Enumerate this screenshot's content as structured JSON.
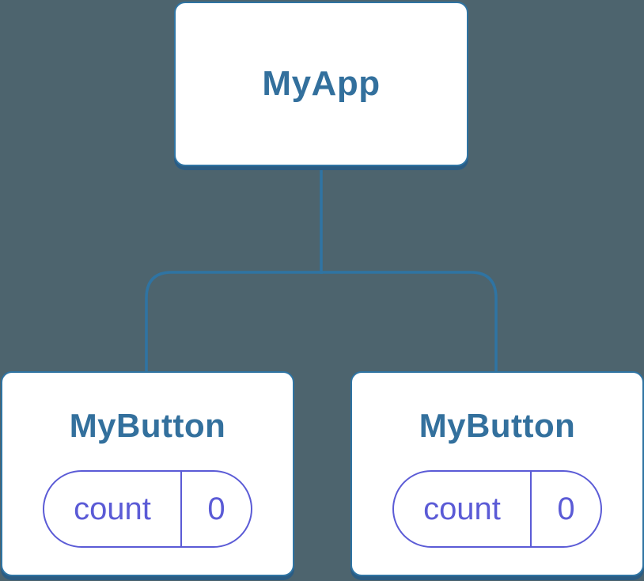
{
  "diagram": {
    "root": {
      "label": "MyApp"
    },
    "children": [
      {
        "label": "MyButton",
        "state": {
          "key": "count",
          "value": "0"
        }
      },
      {
        "label": "MyButton",
        "state": {
          "key": "count",
          "value": "0"
        }
      }
    ]
  },
  "theme": {
    "background": "#4d646e",
    "connector": "#2f74a3",
    "node_border": "#2f74a3",
    "node_shadow": "#2b5c83",
    "node_fill": "#ffffff",
    "label_color": "#33709d",
    "state_color": "#5b5bd6"
  }
}
